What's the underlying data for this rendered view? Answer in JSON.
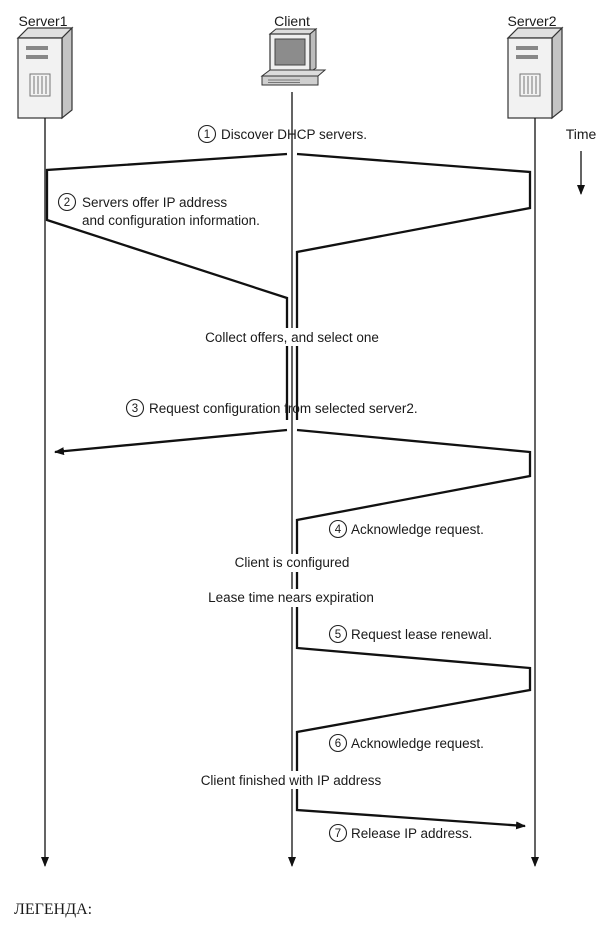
{
  "actors": {
    "server1": "Server1",
    "client": "Client",
    "server2": "Server2",
    "time": "Time"
  },
  "steps": {
    "s1": {
      "num": "1",
      "text": "Discover DHCP servers."
    },
    "s2": {
      "num": "2",
      "line1": "Servers offer IP address",
      "line2": "and configuration information."
    },
    "s3": {
      "num": "3",
      "text": "Request configuration from selected server2."
    },
    "s4": {
      "num": "4",
      "text": "Acknowledge request."
    },
    "s5": {
      "num": "5",
      "text": "Request lease renewal."
    },
    "s6": {
      "num": "6",
      "text": "Acknowledge request."
    },
    "s7": {
      "num": "7",
      "text": "Release IP address."
    }
  },
  "notes": {
    "collect": "Collect offers, and select one",
    "configured": "Client is configured",
    "lease": "Lease time nears expiration",
    "finished": "Client finished with IP address"
  },
  "legend": "ЛЕГЕНДА:"
}
